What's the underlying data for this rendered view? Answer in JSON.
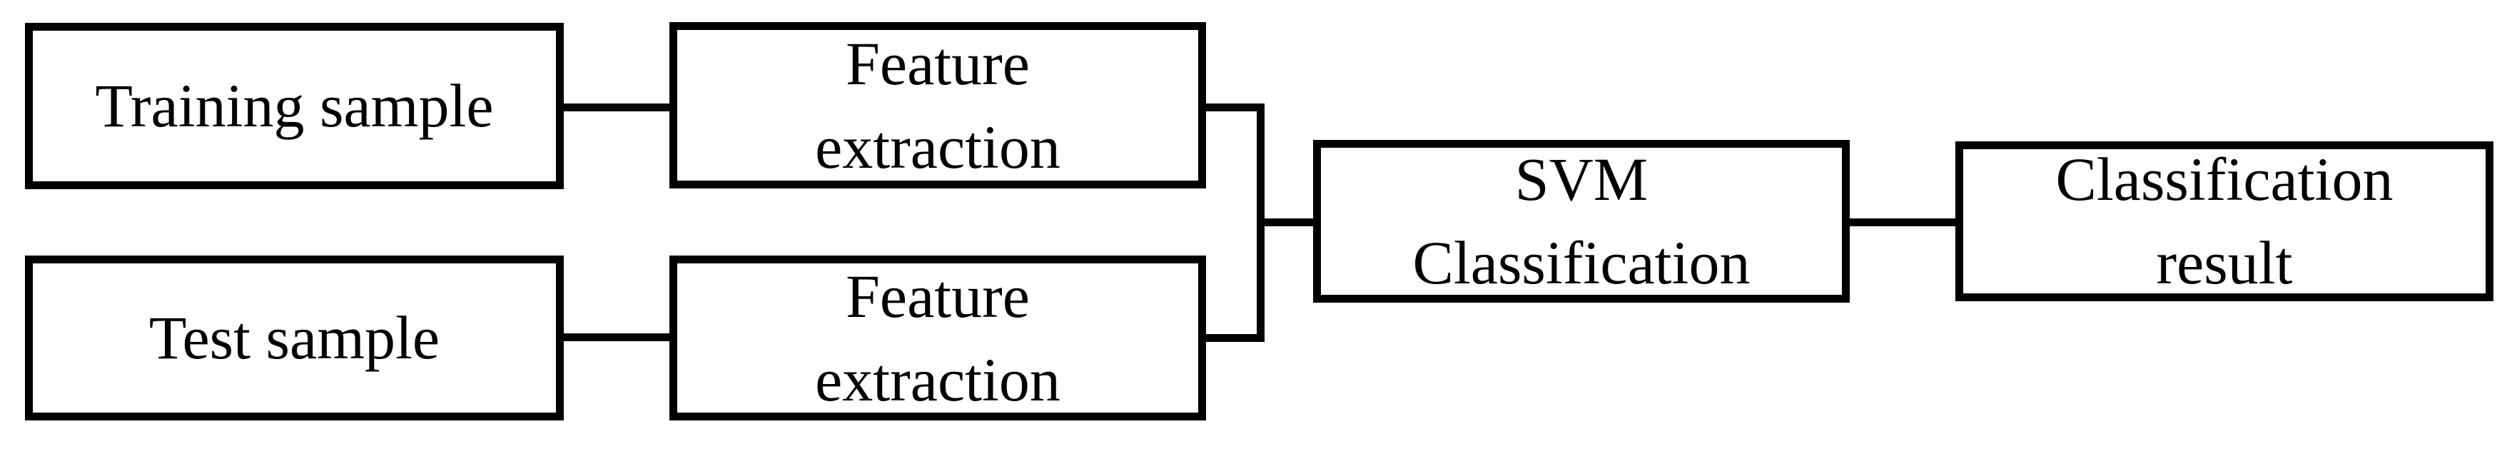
{
  "diagram": {
    "background_color": "#ffffff",
    "stroke_color": "#000000",
    "text_color": "#000000",
    "nodes": [
      {
        "id": "training-sample",
        "lines": [
          "Training sample"
        ]
      },
      {
        "id": "feature-extraction-top",
        "lines": [
          "Feature",
          "extraction"
        ]
      },
      {
        "id": "test-sample",
        "lines": [
          "Test sample"
        ]
      },
      {
        "id": "feature-extraction-bottom",
        "lines": [
          "Feature",
          "extraction"
        ]
      },
      {
        "id": "svm-classification",
        "lines": [
          "SVM",
          "Classification"
        ]
      },
      {
        "id": "classification-result",
        "lines": [
          "Classification",
          "result"
        ]
      }
    ],
    "edges": [
      {
        "from": "training-sample",
        "to": "feature-extraction-top"
      },
      {
        "from": "test-sample",
        "to": "feature-extraction-bottom"
      },
      {
        "from": "feature-extraction-top",
        "to": "svm-classification"
      },
      {
        "from": "feature-extraction-bottom",
        "to": "svm-classification"
      },
      {
        "from": "svm-classification",
        "to": "classification-result"
      }
    ]
  }
}
